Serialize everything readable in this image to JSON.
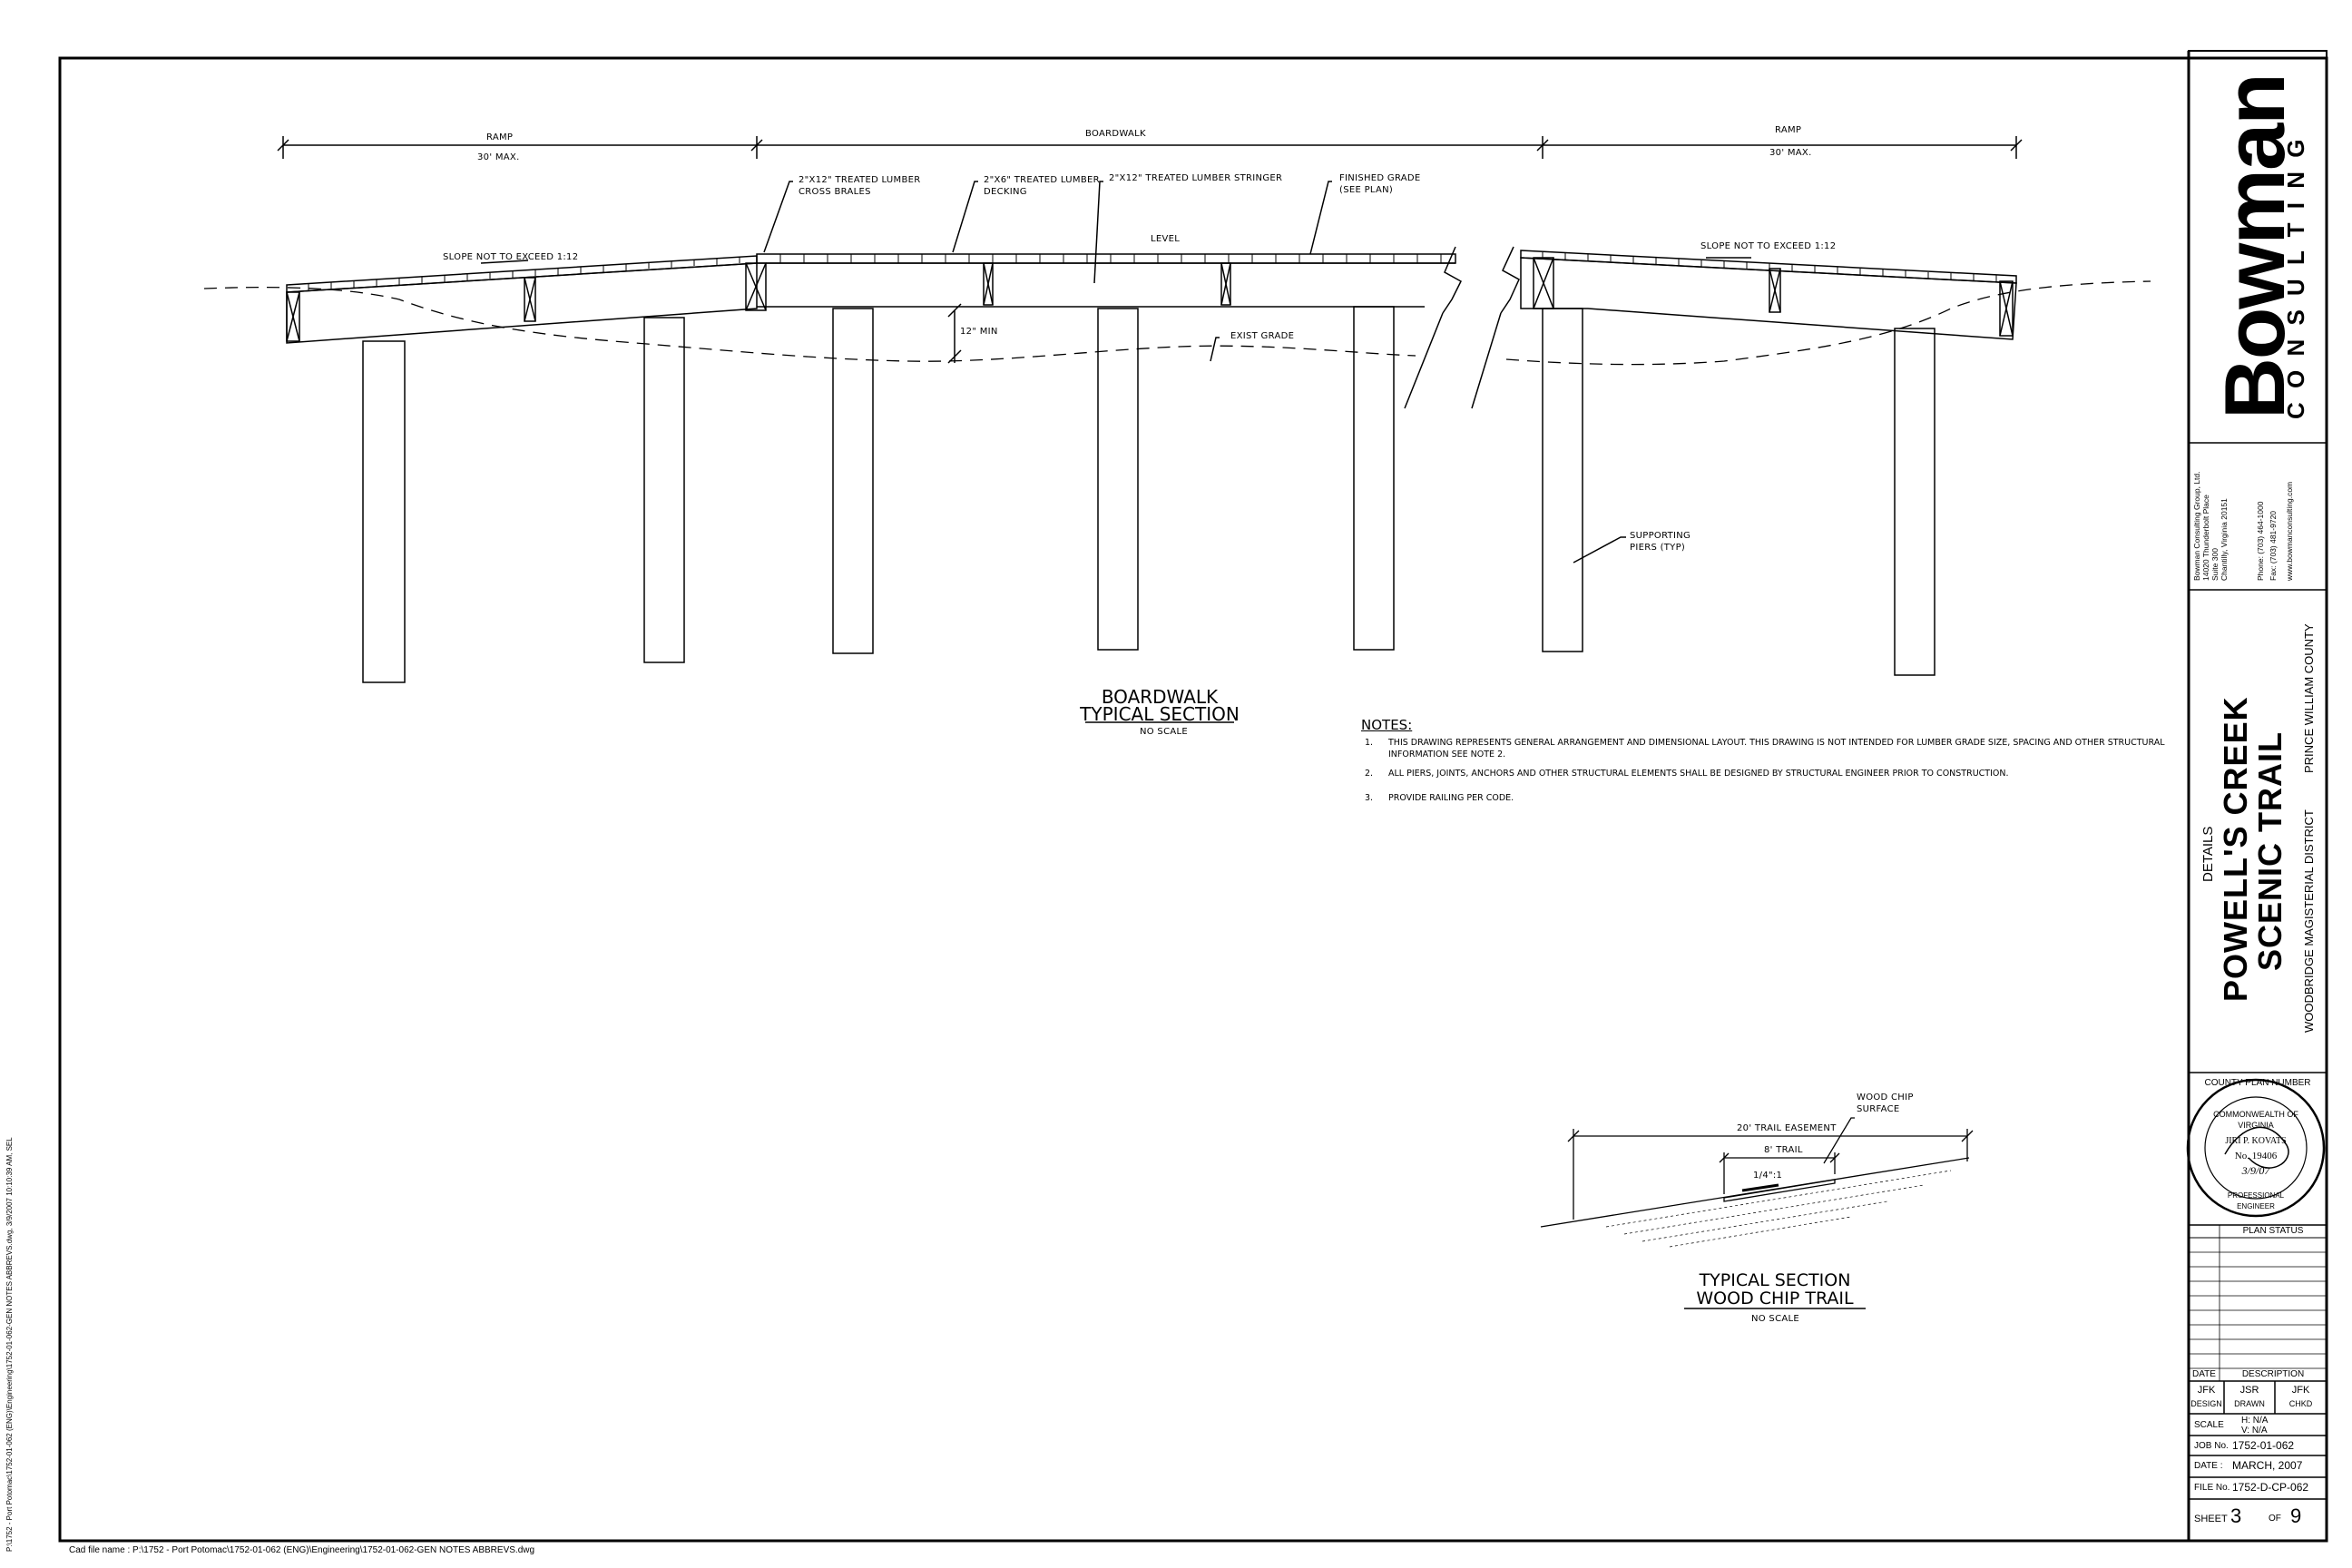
{
  "drawing": {
    "boardwalk_dims": {
      "ramp_left": "RAMP",
      "ramp_left_max": "30' MAX.",
      "boardwalk": "BOARDWALK",
      "ramp_right": "RAMP",
      "ramp_right_max": "30' MAX."
    },
    "callouts": {
      "cross_braces_1": "2\"X12\" TREATED LUMBER",
      "cross_braces_2": "CROSS BRALES",
      "decking_1": "2\"X6\" TREATED LUMBER",
      "decking_2": "DECKING",
      "stringer": "2\"X12\" TREATED LUMBER STRINGER",
      "finished_grade_1": "FINISHED GRADE",
      "finished_grade_2": "(SEE PLAN)",
      "level": "LEVEL",
      "slope_left": "SLOPE NOT TO EXCEED 1:12",
      "slope_right": "SLOPE NOT TO EXCEED 1:12",
      "min_clear": "12\" MIN",
      "exist_grade": "EXIST GRADE",
      "piers_1": "SUPPORTING",
      "piers_2": "PIERS (TYP)"
    },
    "boardwalk_title_1": "BOARDWALK",
    "boardwalk_title_2": "TYPICAL SECTION",
    "boardwalk_scale": "NO SCALE",
    "notes_heading": "NOTES:",
    "notes": [
      {
        "num": "1.",
        "line1": "THIS DRAWING REPRESENTS GENERAL ARRANGEMENT AND DIMENSIONAL LAYOUT. THIS DRAWING IS NOT INTENDED FOR LUMBER GRADE SIZE, SPACING AND OTHER STRUCTURAL",
        "line2": "INFORMATION SEE NOTE 2."
      },
      {
        "num": "2.",
        "line1": "ALL PIERS, JOINTS, ANCHORS AND OTHER STRUCTURAL ELEMENTS SHALL BE DESIGNED BY STRUCTURAL ENGINEER PRIOR TO CONSTRUCTION.",
        "line2": ""
      },
      {
        "num": "3.",
        "line1": "PROVIDE RAILING PER CODE.",
        "line2": ""
      }
    ],
    "woodchip": {
      "surface_1": "WOOD CHIP",
      "surface_2": "SURFACE",
      "easement": "20' TRAIL EASEMENT",
      "trail": "8' TRAIL",
      "slope": "1/4\":1",
      "title_1": "TYPICAL SECTION",
      "title_2": "WOOD CHIP TRAIL",
      "scale": "NO SCALE"
    },
    "file_line": "Cad file name : P:\\1752 - Port Potomac\\1752-01-062 (ENG)\\Engineering\\1752-01-062-GEN NOTES ABBREVS.dwg",
    "margin_path": "P:\\1752 - Port Potomac\\1752-01-062 (ENG)\\Engineering\\1752-01-062-GEN NOTES ABBREVS.dwg, 3/9/2007 10:10:39 AM, SEL"
  },
  "titleblock": {
    "logo_main": "Bowman",
    "logo_sub": "C O N S U L T I N G",
    "address": [
      "Bowman Consulting Group, Ltd.",
      "14020 Thunderbolt Place",
      "Suite 300",
      "Chantilly, Virginia 20151",
      "",
      "Phone: (703) 464-1000",
      "Fax: (703) 481-9720",
      "www.bowmanconsulting.com"
    ],
    "details": "DETAILS",
    "project_1": "POWELL'S CREEK",
    "project_2": "SCENIC TRAIL",
    "district": "WOODBRIDGE MAGISTERIAL DISTRICT",
    "county": "PRINCE WILLIAM COUNTY",
    "county_plan_number": "COUNTY PLAN NUMBER",
    "seal": {
      "ring": "COMMONWEALTH OF VIRGINIA",
      "ring_bottom": "PROFESSIONAL ENGINEER",
      "name": "JIRI P. KOVATS",
      "license": "No. 19406",
      "date": "3/9/07"
    },
    "plan_status": "PLAN STATUS",
    "date_col": "DATE",
    "description_col": "DESCRIPTION",
    "design": "JFK",
    "design_label": "DESIGN",
    "drawn": "JSR",
    "drawn_label": "DRAWN",
    "chkd": "JFK",
    "chkd_label": "CHKD",
    "scale_label": "SCALE",
    "scale_h": "H: N/A",
    "scale_v": "V: N/A",
    "job_label": "JOB No.",
    "job_no": "1752-01-062",
    "date_label": "DATE :",
    "date_value": "MARCH, 2007",
    "file_label": "FILE No.",
    "file_no": "1752-D-CP-062",
    "sheet_label": "SHEET",
    "sheet_no": "3",
    "of_label": "OF",
    "sheet_total": "9"
  }
}
